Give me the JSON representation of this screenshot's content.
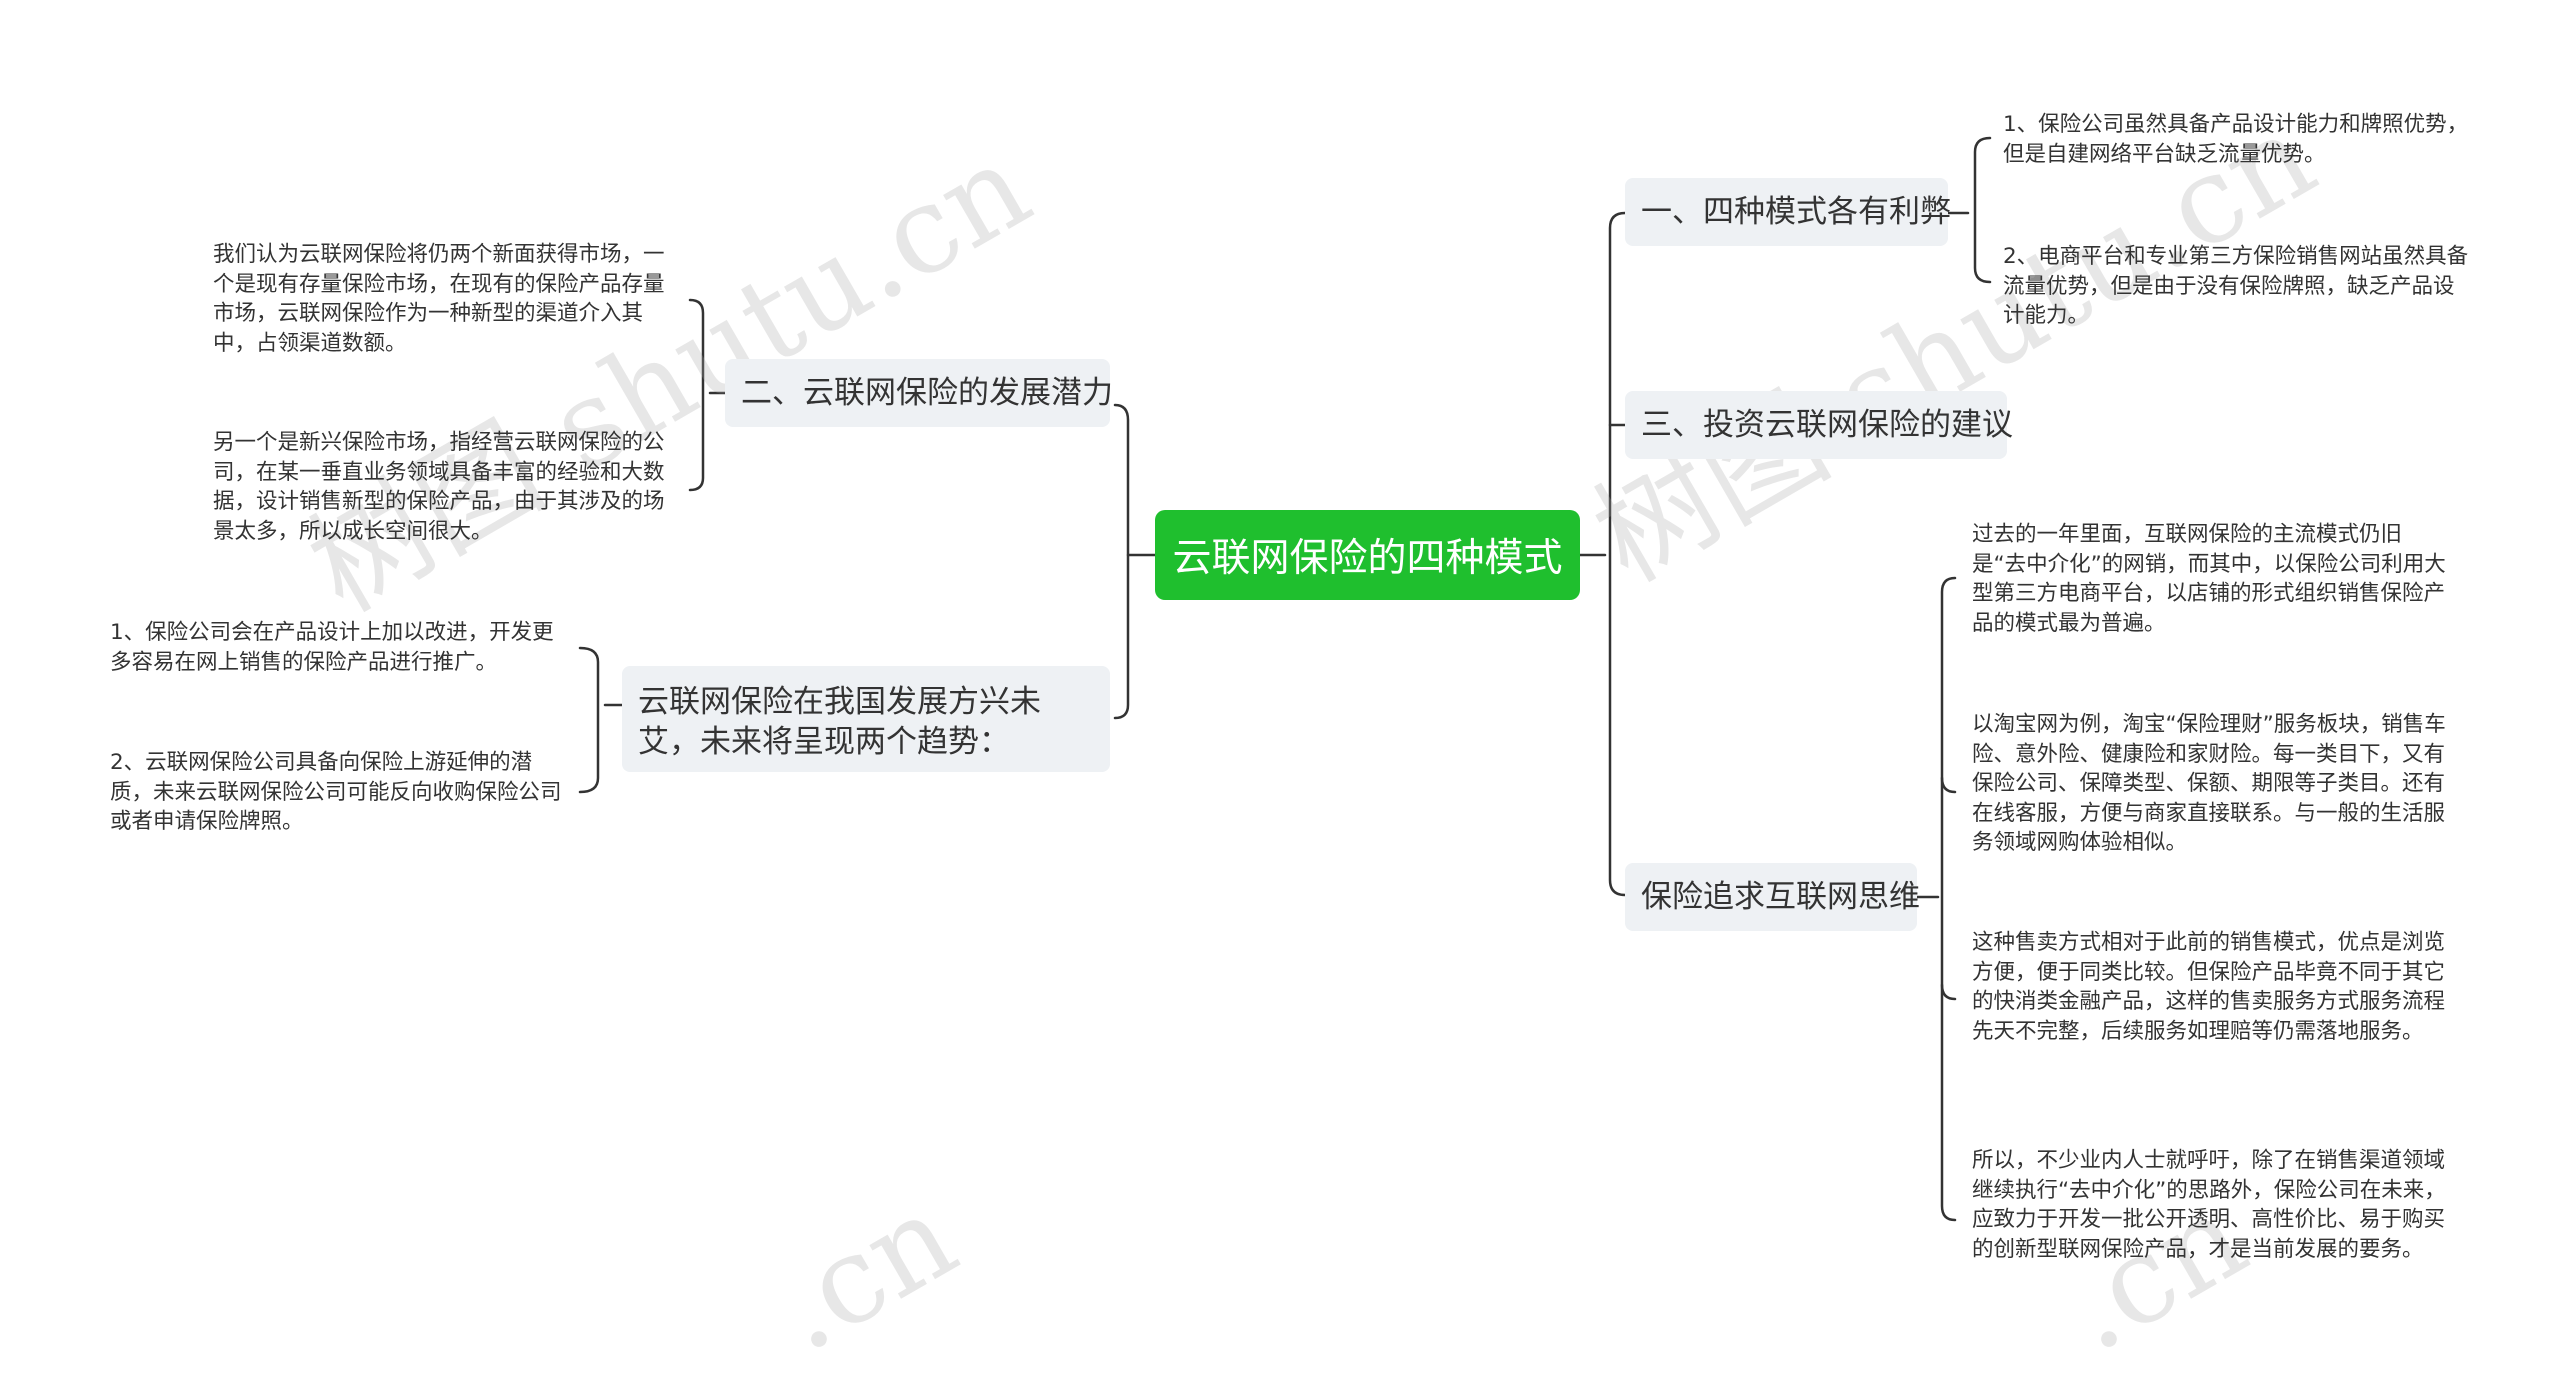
{
  "root": {
    "title": "云联网保险的四种模式"
  },
  "left_branches": [
    {
      "label": "二、云联网保险的发展潜力",
      "children": [
        "我们认为云联网保险将仍两个新面获得市场，一个是现有存量保险市场，在现有的保险产品存量市场，云联网保险作为一种新型的渠道介入其中，占领渠道数额。",
        "另一个是新兴保险市场，指经营云联网保险的公司，在某一垂直业务领域具备丰富的经验和大数据，设计销售新型的保险产品，由于其涉及的场景太多，所以成长空间很大。"
      ]
    },
    {
      "label": "云联网保险在我国发展方兴未艾，未来将呈现两个趋势：",
      "children": [
        "1、保险公司会在产品设计上加以改进，开发更多容易在网上销售的保险产品进行推广。",
        "2、云联网保险公司具备向保险上游延伸的潜质，未来云联网保险公司可能反向收购保险公司或者申请保险牌照。"
      ]
    }
  ],
  "right_branches": [
    {
      "label": "一、四种模式各有利弊",
      "children": [
        "1、保险公司虽然具备产品设计能力和牌照优势，但是自建网络平台缺乏流量优势。",
        "2、电商平台和专业第三方保险销售网站虽然具备流量优势，但是由于没有保险牌照，缺乏产品设计能力。"
      ]
    },
    {
      "label": "三、投资云联网保险的建议",
      "children": []
    },
    {
      "label": "保险追求互联网思维",
      "children": [
        "过去的一年里面，互联网保险的主流模式仍旧是“去中介化”的网销，而其中，以保险公司利用大型第三方电商平台，以店铺的形式组织销售保险产品的模式最为普遍。",
        "以淘宝网为例，淘宝“保险理财”服务板块，销售车险、意外险、健康险和家财险。每一类目下，又有保险公司、保障类型、保额、期限等子类目。还有在线客服，方便与商家直接联系。与一般的生活服务领域网购体验相似。",
        "这种售卖方式相对于此前的销售模式，优点是浏览方便，便于同类比较。但保险产品毕竟不同于其它的快消类金融产品，这样的售卖服务方式服务流程先天不完整，后续服务如理赔等仍需落地服务。",
        "所以，不少业内人士就呼吁，除了在销售渠道领域继续执行“去中介化”的思路外，保险公司在未来，应致力于开发一批公开透明、高性价比、易于购买的创新型联网保险产品，才是当前发展的要务。"
      ]
    }
  ],
  "watermark": {
    "text": "树图 shutu.cn",
    "fragment": ".cn"
  },
  "colors": {
    "root_bg": "#1fbf2e",
    "branch_bg": "#eef1f4",
    "line": "#333333",
    "text": "#333333"
  }
}
